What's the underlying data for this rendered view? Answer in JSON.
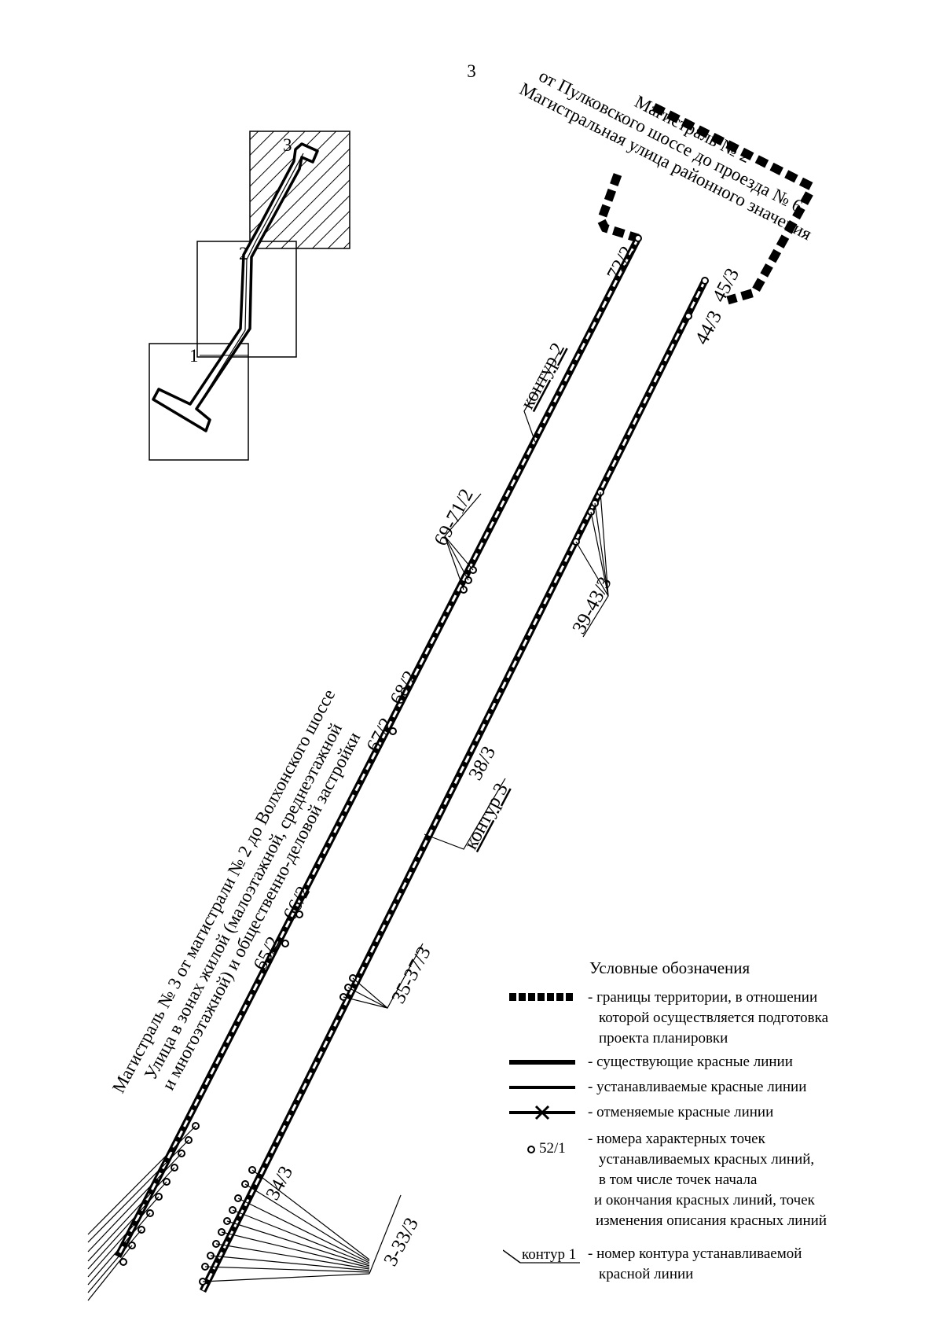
{
  "page_number": "3",
  "inset": {
    "labels": [
      "3",
      "2",
      "1"
    ]
  },
  "area_label": [
    "Магистраль № 2",
    "от Пулковского шоссе до проезда № 6",
    "Магистральная улица районного значения"
  ],
  "street_label": [
    "Магистраль № 3 от магистрали № 2 до Волхонского шоссе",
    "Улица в зонах жилой (малоэтажной, среднеэтажной",
    "и многоэтажной) и общественно-деловой застройки"
  ],
  "points": {
    "p72_2": "72/2",
    "p45_3": "45/3",
    "p44_3": "44/3",
    "p69_71_2": "69-71/2",
    "p39_43_3": "39-43/3",
    "p67_2": "67/2",
    "p68_2": "68/2",
    "p38_3": "38/3",
    "p65_2": "65/2",
    "p66_2": "66/2",
    "p35_37_3": "35-37/3",
    "p34_3": "34/3",
    "p3_33_3": "3-33/3"
  },
  "contours": {
    "c2": "контур 2",
    "c3": "контур 3"
  },
  "legend": {
    "title": "Условные обозначения",
    "items": [
      {
        "name": "boundary",
        "lines": [
          "- границы территории, в отношении",
          "которой осуществляется подготовка",
          "проекта планировки"
        ]
      },
      {
        "name": "existing",
        "lines": [
          "- существующие красные линии"
        ]
      },
      {
        "name": "established",
        "lines": [
          "- устанавливаемые красные линии"
        ]
      },
      {
        "name": "cancelled",
        "lines": [
          "- отменяемые красные линии"
        ]
      },
      {
        "name": "points",
        "symbol_label": "52/1",
        "lines": [
          "- номера характерных точек",
          "устанавливаемых красных линий,",
          "в том числе точек начала",
          "и окончания красных линий, точек",
          "изменения описания красных линий"
        ]
      },
      {
        "name": "contour",
        "symbol_label": "контур 1",
        "lines": [
          "- номер контура устанавливаемой",
          "красной линии"
        ]
      }
    ]
  }
}
